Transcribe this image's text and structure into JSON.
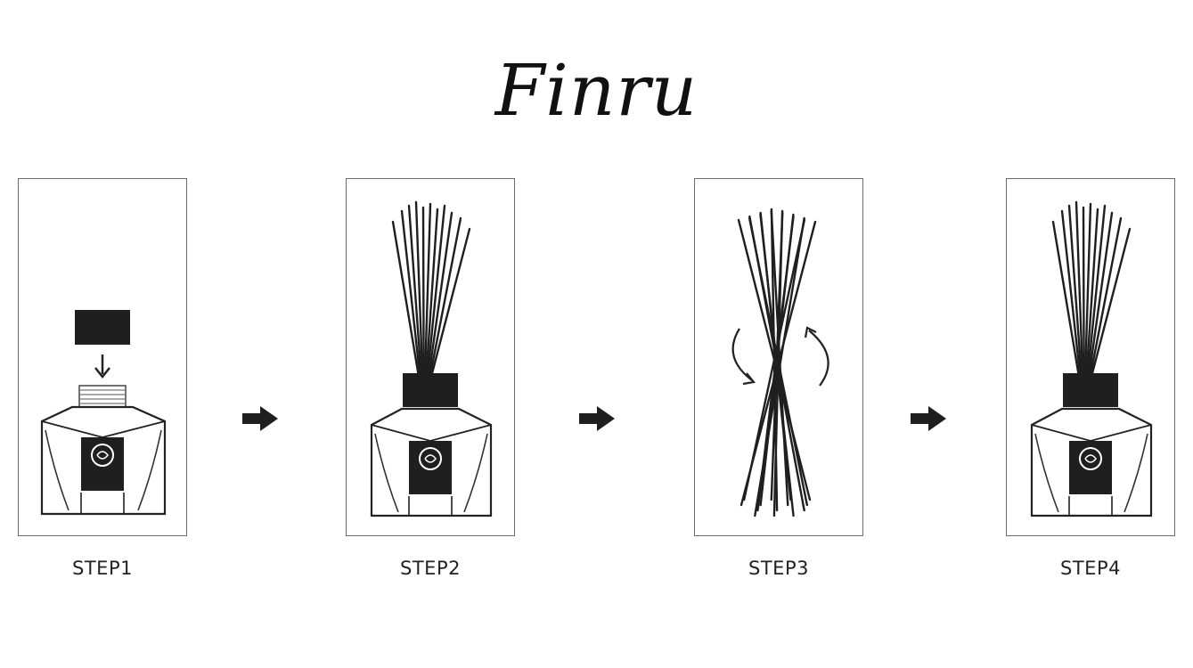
{
  "brand": "Finru",
  "steps": [
    {
      "label": "STEP1"
    },
    {
      "label": "STEP2"
    },
    {
      "label": "STEP3"
    },
    {
      "label": "STEP4"
    }
  ],
  "colors": {
    "ink": "#1a1a1a",
    "frame": "#6b6b6b",
    "background": "#ffffff"
  }
}
